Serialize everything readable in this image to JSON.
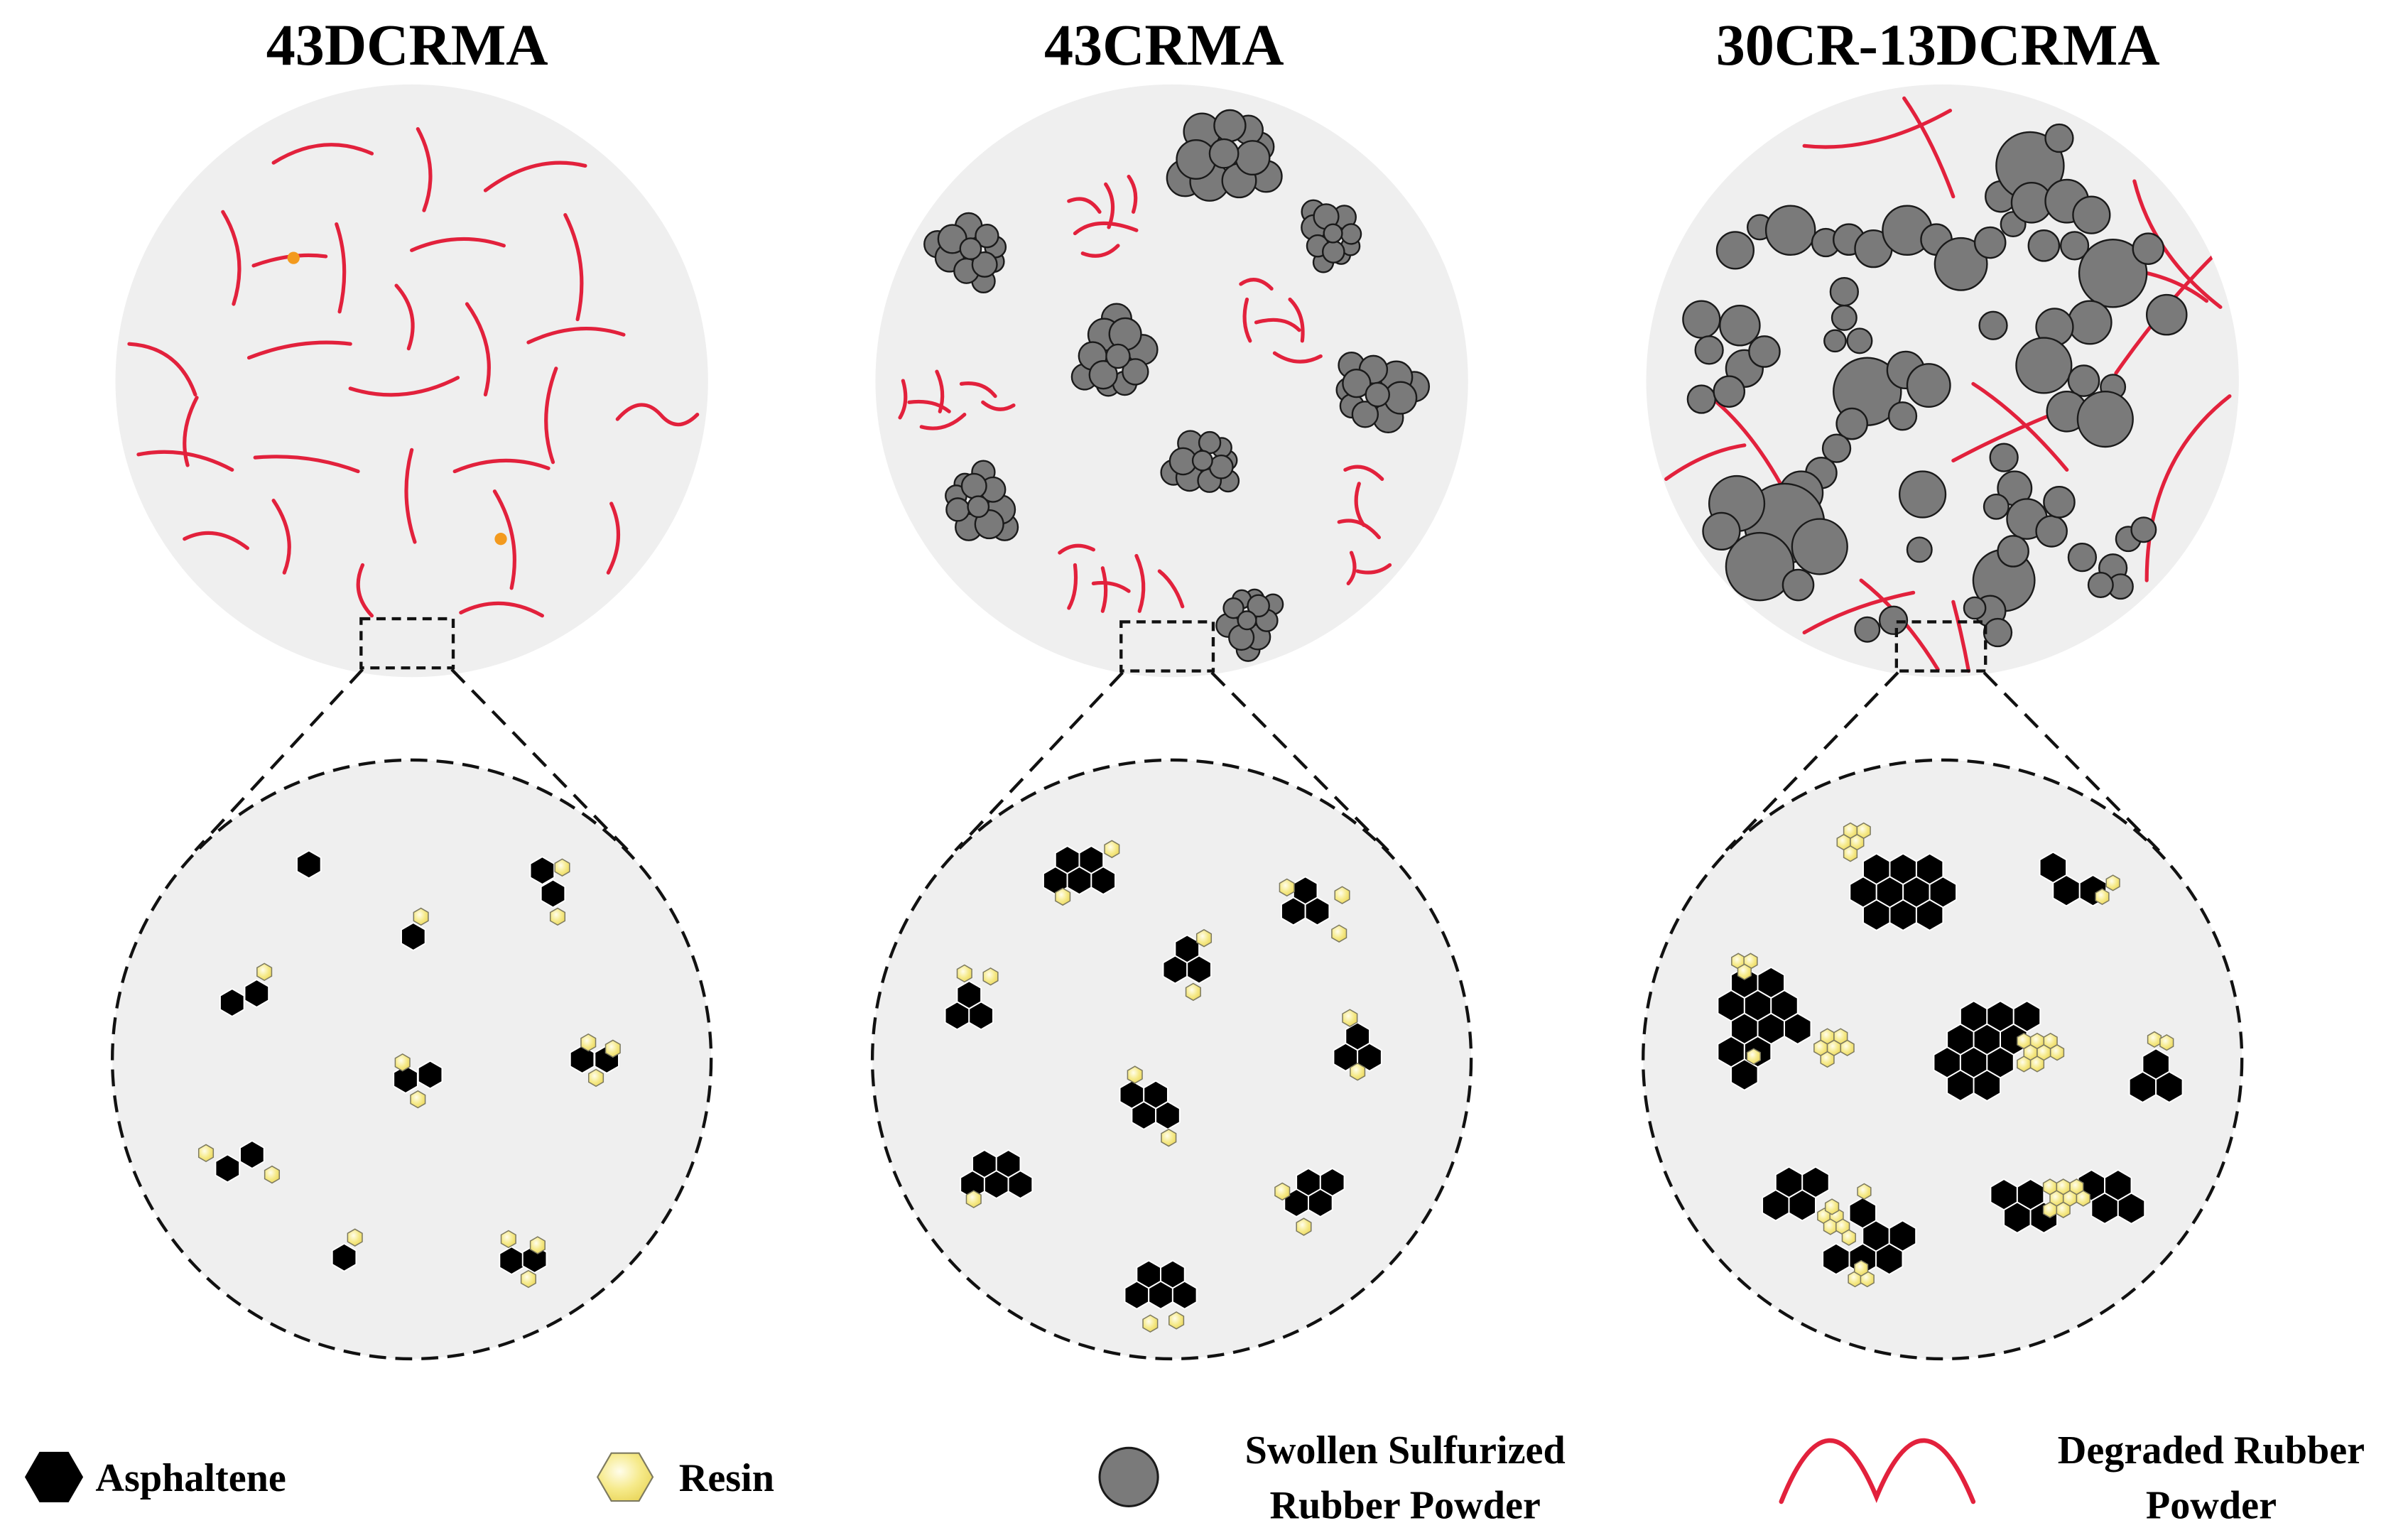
{
  "panels": [
    {
      "title": "43DCRMA"
    },
    {
      "title": "43CRMA"
    },
    {
      "title": "30CR-13DCRMA"
    }
  ],
  "legend": {
    "asphaltene": {
      "label": "Asphaltene",
      "icon": "black-hexagon"
    },
    "resin": {
      "label": "Resin",
      "icon": "yellow-hexagon"
    },
    "swollen": {
      "line1": "Swollen Sulfurized",
      "line2": "Rubber Powder",
      "icon": "grey-circle"
    },
    "degraded": {
      "line1": "Degraded Rubber",
      "line2": "Powder",
      "icon": "red-wave"
    }
  },
  "colors": {
    "matrix": "#efefef",
    "degraded_rubber": "#e2213c",
    "swollen_rubber": "#7a7a7a",
    "asphaltene": "#000000",
    "resin": "#f6ea8a",
    "marker": "#f39a1e"
  }
}
